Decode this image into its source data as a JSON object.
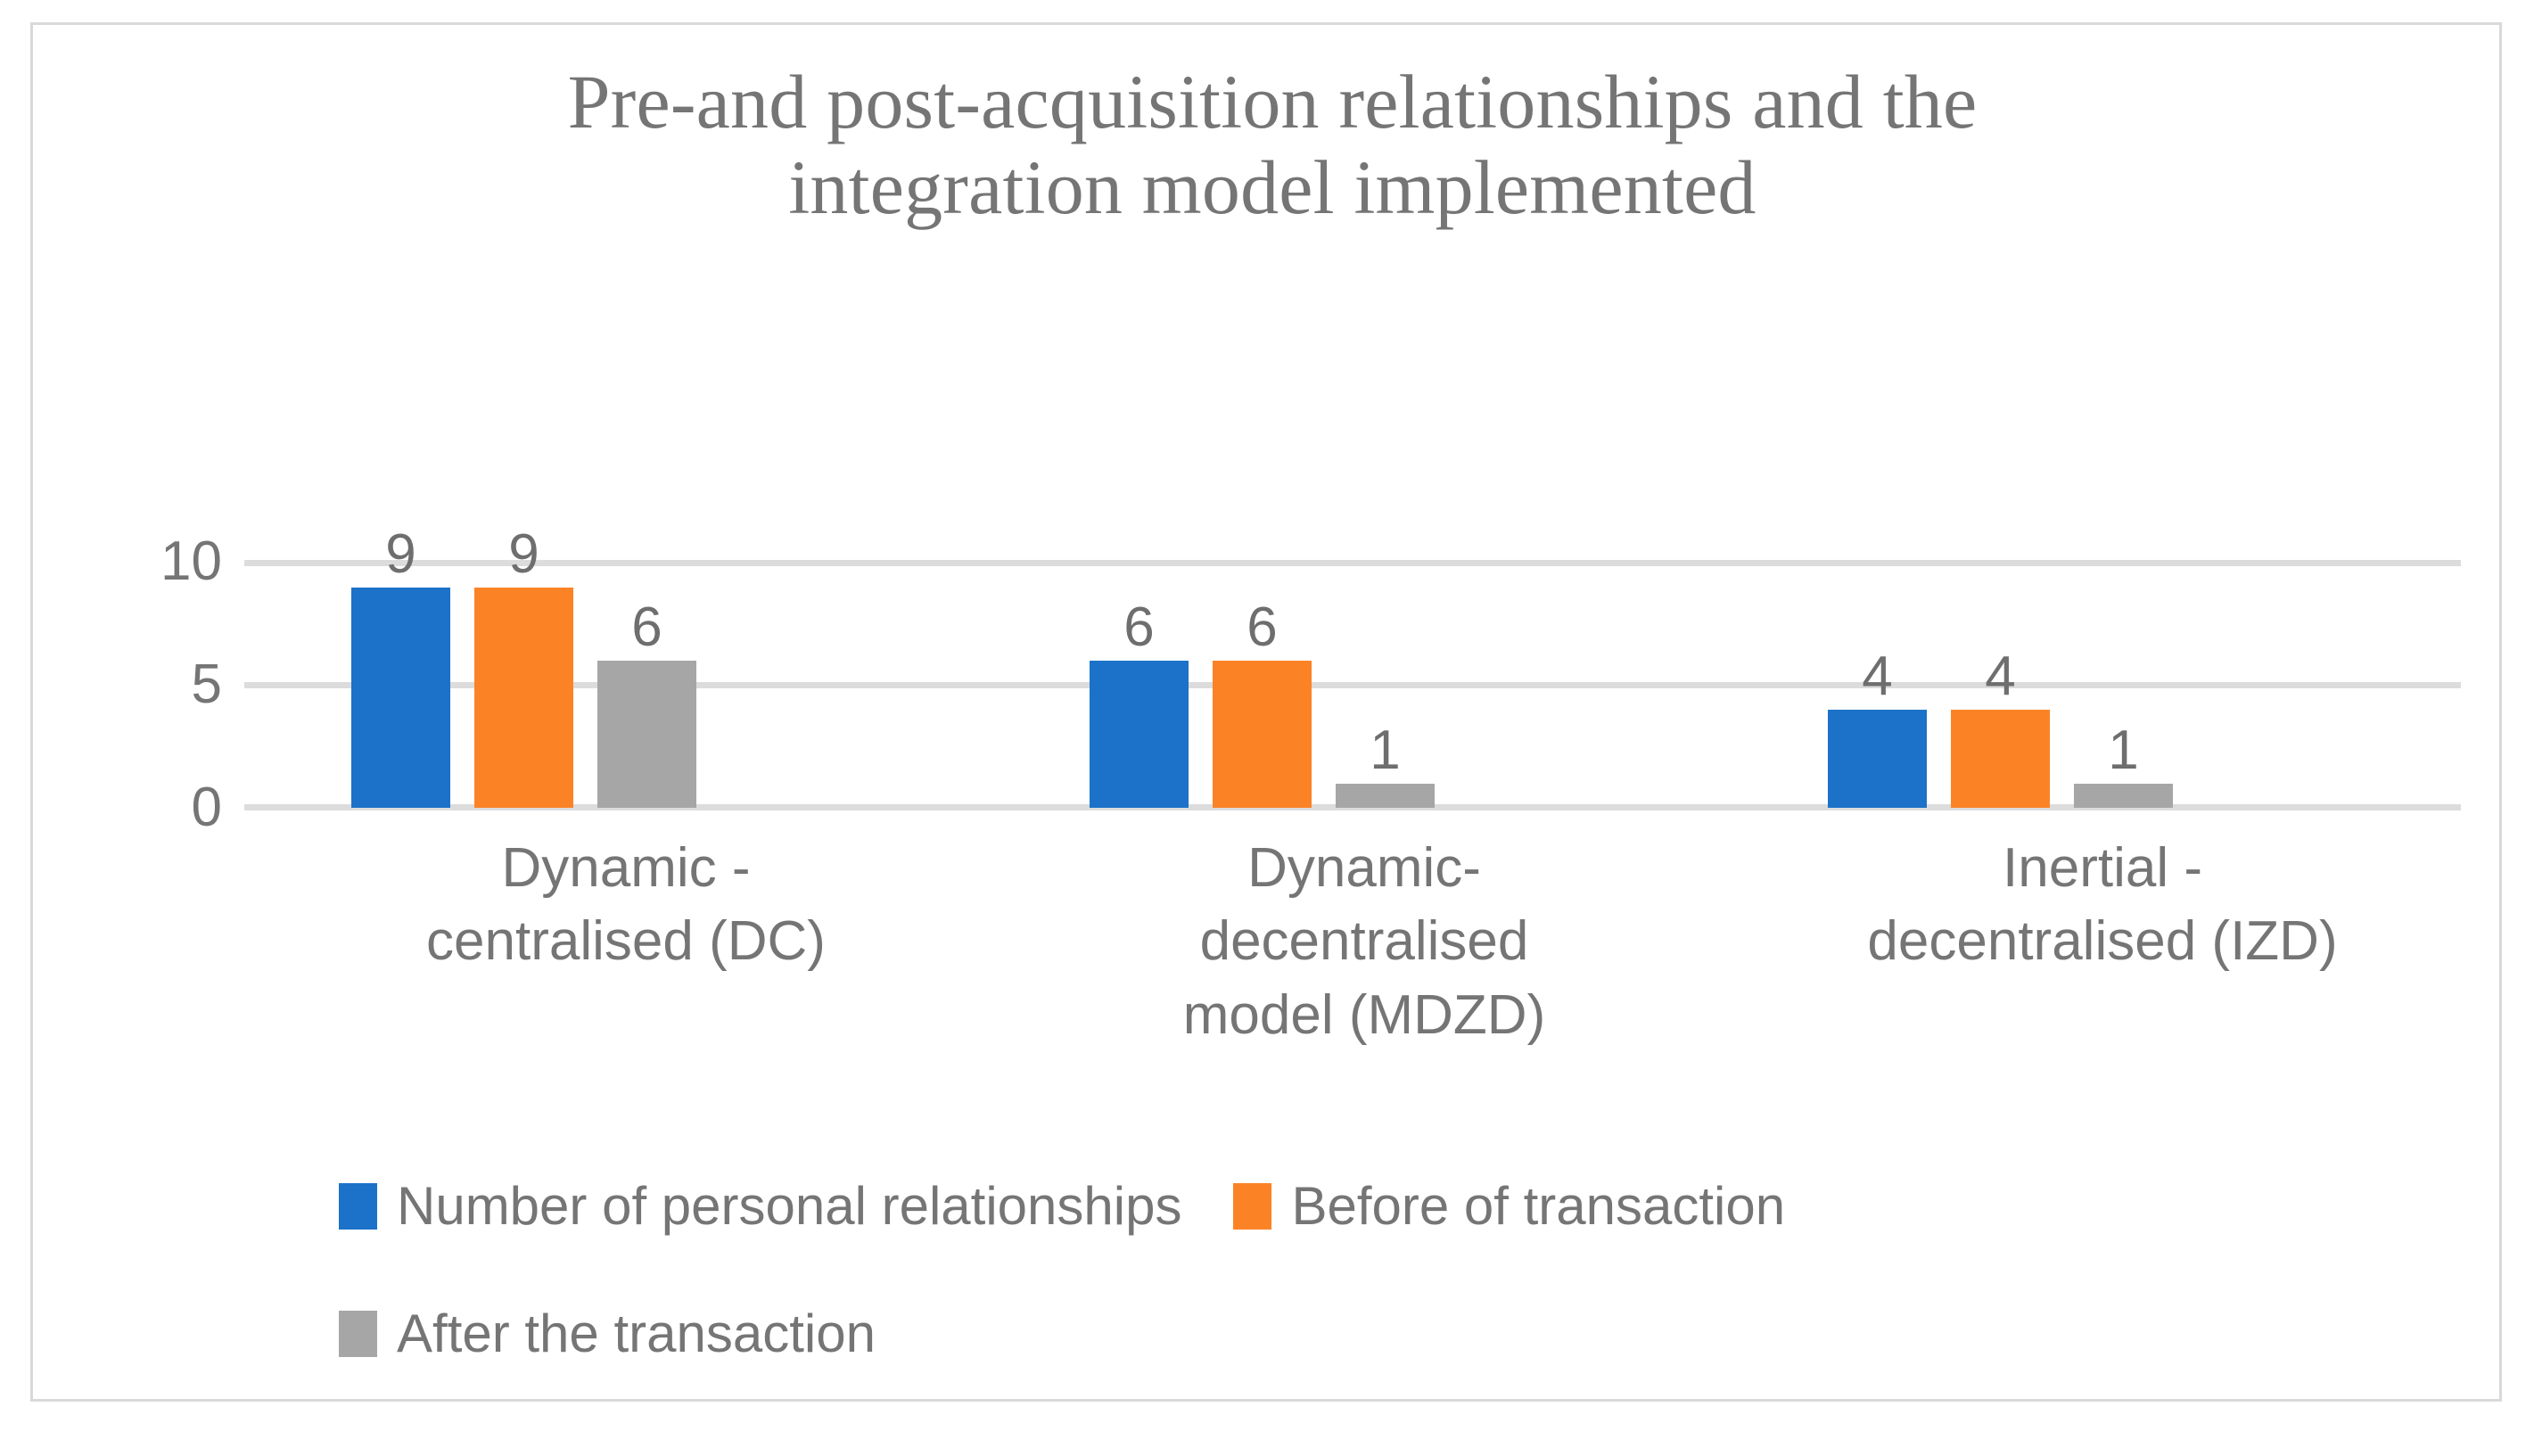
{
  "chart_data": {
    "type": "bar",
    "title": "Pre-and post-acquisition relationships and the integration model implemented",
    "title_line1": "Pre-and post-acquisition relationships and the",
    "title_line2": "integration model implemented",
    "xlabel": "",
    "ylabel": "",
    "ylim": [
      0,
      10
    ],
    "yticks": [
      "0",
      "5",
      "10"
    ],
    "grid": true,
    "legend_position": "bottom-left",
    "categories": [
      "Dynamic - centralised (DC)",
      "Dynamic-decentralised model (MDZD)",
      "Inertial - decentralised (IZD)"
    ],
    "category_lines": [
      [
        "Dynamic -",
        "centralised (DC)"
      ],
      [
        "Dynamic-",
        "decentralised",
        "model (MDZD)"
      ],
      [
        "Inertial -",
        "decentralised (IZD)"
      ]
    ],
    "series": [
      {
        "name": "Number of personal relationships",
        "color": "#1B72C8",
        "values": [
          9,
          6,
          4
        ],
        "labels": [
          "9",
          "6",
          "4"
        ]
      },
      {
        "name": "Before of transaction",
        "color": "#FB8326",
        "values": [
          9,
          6,
          4
        ],
        "labels": [
          "9",
          "6",
          "4"
        ]
      },
      {
        "name": "After the transaction",
        "color": "#A6A6A6",
        "values": [
          6,
          1,
          1
        ],
        "labels": [
          "6",
          "1",
          "1"
        ]
      }
    ]
  },
  "colors": {
    "series_blue": "#1B72C8",
    "series_orange": "#FB8326",
    "series_gray": "#A6A6A6",
    "text_gray": "#757575",
    "gridline": "#DCDCDC",
    "border": "#D9D9D9",
    "background": "#FFFFFF"
  }
}
